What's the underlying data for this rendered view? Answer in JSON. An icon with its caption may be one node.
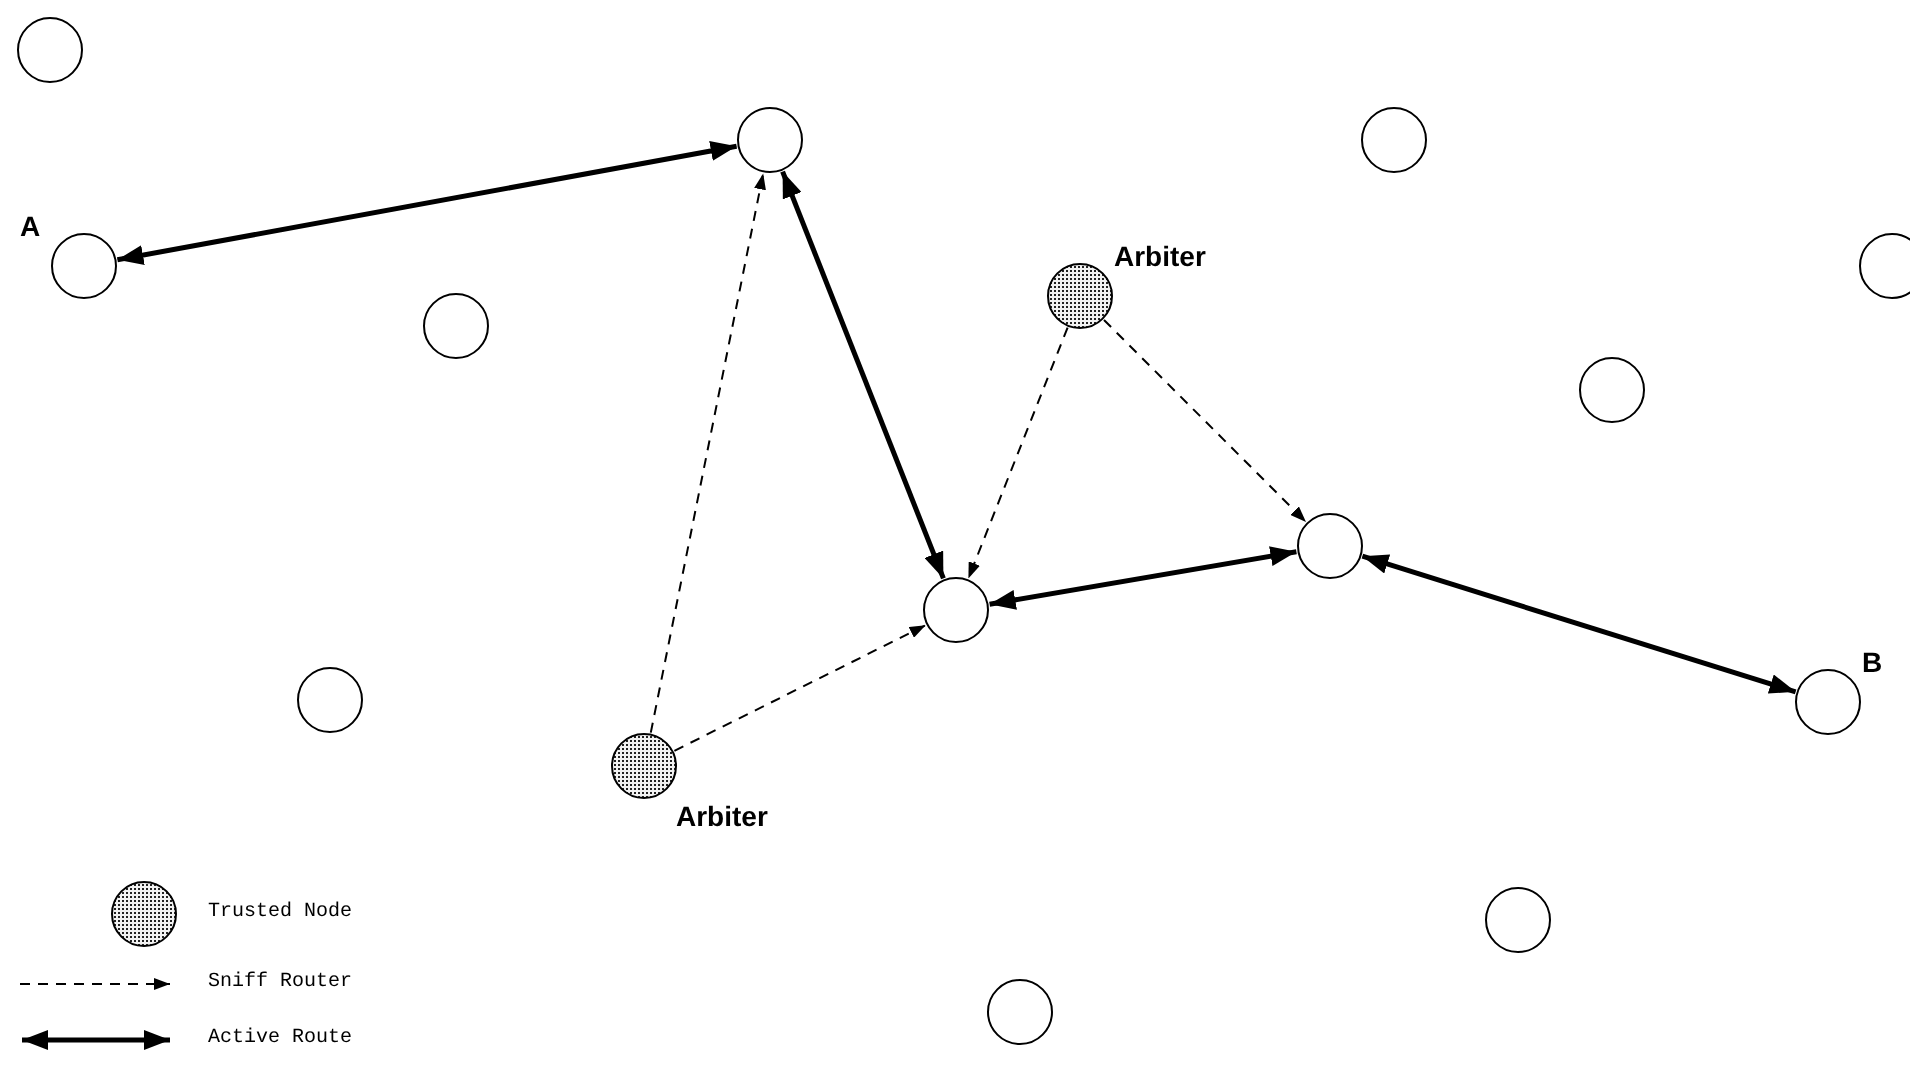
{
  "diagram": {
    "nodes": [
      {
        "text": [],
        "shape": "circle"
      },
      {
        "text": [],
        "shape": "circle"
      },
      {
        "text": [],
        "shape": "circle"
      },
      {
        "text": [
          "A"
        ]
      },
      {
        "text": [],
        "shape": "circle"
      },
      {
        "text": [
          "Arbiter"
        ]
      },
      {
        "text": [],
        "shape": "circle"
      },
      {
        "text": [],
        "shape": "circle"
      },
      {
        "text": [],
        "shape": "circle"
      },
      {
        "text": [],
        "shape": "circle"
      },
      {
        "text": [],
        "shape": "circle"
      },
      {
        "text": [
          "B"
        ]
      },
      {
        "text": [
          "Arbiter"
        ]
      },
      {
        "text": [],
        "shape": "circle"
      },
      {
        "text": [],
        "shape": "circle"
      }
    ],
    "edges": [
      {
        "from": 3,
        "to": 1,
        "arrow": "both",
        "style": "thick"
      },
      {
        "from": 1,
        "to": 9,
        "arrow": "both",
        "style": "thick"
      },
      {
        "from": 9,
        "to": 8,
        "arrow": "both",
        "style": "thick"
      },
      {
        "from": 8,
        "to": 11,
        "arrow": "both",
        "style": "thick"
      },
      {
        "from": 12,
        "to": 1,
        "arrow": "to",
        "style": "dashed"
      },
      {
        "from": 12,
        "to": 9,
        "arrow": "to",
        "style": "dashed"
      },
      {
        "from": 5,
        "to": 9,
        "arrow": "to",
        "style": "dashed"
      },
      {
        "from": 5,
        "to": 8,
        "arrow": "to",
        "style": "dashed"
      }
    ],
    "legend": [
      {
        "text": "Trusted Node"
      },
      {
        "text": "Sniff Router"
      },
      {
        "text": "Active Route"
      }
    ]
  }
}
